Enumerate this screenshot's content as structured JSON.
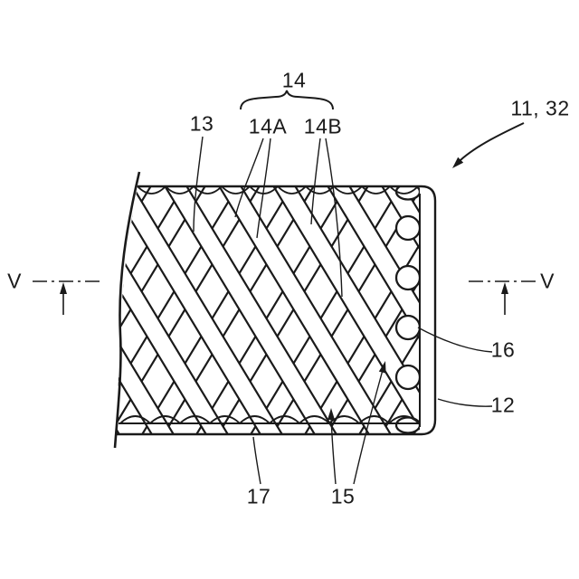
{
  "figure": {
    "labels": {
      "braid_group": "14",
      "braid_strand_a": "14A",
      "braid_strand_b": "14B",
      "strip_13": "13",
      "ref_11_32": "11, 32",
      "section_v_left": "V",
      "section_v_right": "V",
      "ref_16": "16",
      "ref_12": "12",
      "ref_17": "17",
      "ref_15": "15"
    },
    "colors": {
      "ink": "#1a1a1a",
      "background": "#ffffff"
    }
  }
}
